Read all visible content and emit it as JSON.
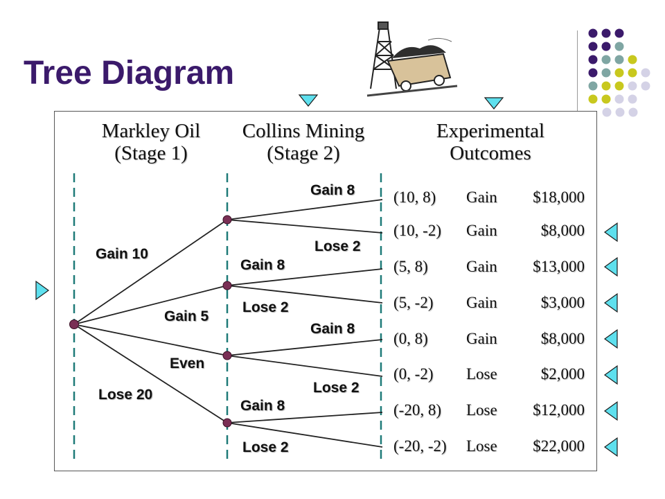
{
  "title": "Tree Diagram",
  "headers": [
    {
      "line1": "Markley Oil",
      "line2": "(Stage 1)"
    },
    {
      "line1": "Collins Mining",
      "line2": "(Stage 2)"
    },
    {
      "line1": "Experimental",
      "line2": "Outcomes"
    }
  ],
  "branch_labels": {
    "gain10": "Gain 10",
    "gain5": "Gain 5",
    "even": "Even",
    "lose20": "Lose 20",
    "g8a": "Gain 8",
    "l2a": "Lose 2",
    "g8b": "Gain 8",
    "l2b": "Lose 2",
    "g8c": "Gain 8",
    "l2c": "Lose 2",
    "g8d": "Gain 8",
    "l2d": "Lose 2"
  },
  "outcomes": [
    {
      "pair": "(10, 8)",
      "result": "Gain",
      "amount": "$18,000"
    },
    {
      "pair": "(10, -2)",
      "result": "Gain",
      "amount": "$8,000"
    },
    {
      "pair": "(5, 8)",
      "result": "Gain",
      "amount": "$13,000"
    },
    {
      "pair": "(5, -2)",
      "result": "Gain",
      "amount": "$3,000"
    },
    {
      "pair": "(0, 8)",
      "result": "Gain",
      "amount": "$8,000"
    },
    {
      "pair": "(0, -2)",
      "result": "Lose",
      "amount": "$2,000"
    },
    {
      "pair": "(-20, 8)",
      "result": "Lose",
      "amount": "$12,000"
    },
    {
      "pair": "(-20, -2)",
      "result": "Lose",
      "amount": "$22,000"
    }
  ],
  "colors": {
    "title": "#3b1a6b",
    "node": "#7a2f55",
    "dash": "#1e7a78",
    "arrow": "#5ee0ee",
    "dot_purple": "#3b1a6b",
    "dot_teal": "#7fa6a3",
    "dot_yellow": "#c8c81e",
    "dot_lavender": "#d4d2e6"
  }
}
